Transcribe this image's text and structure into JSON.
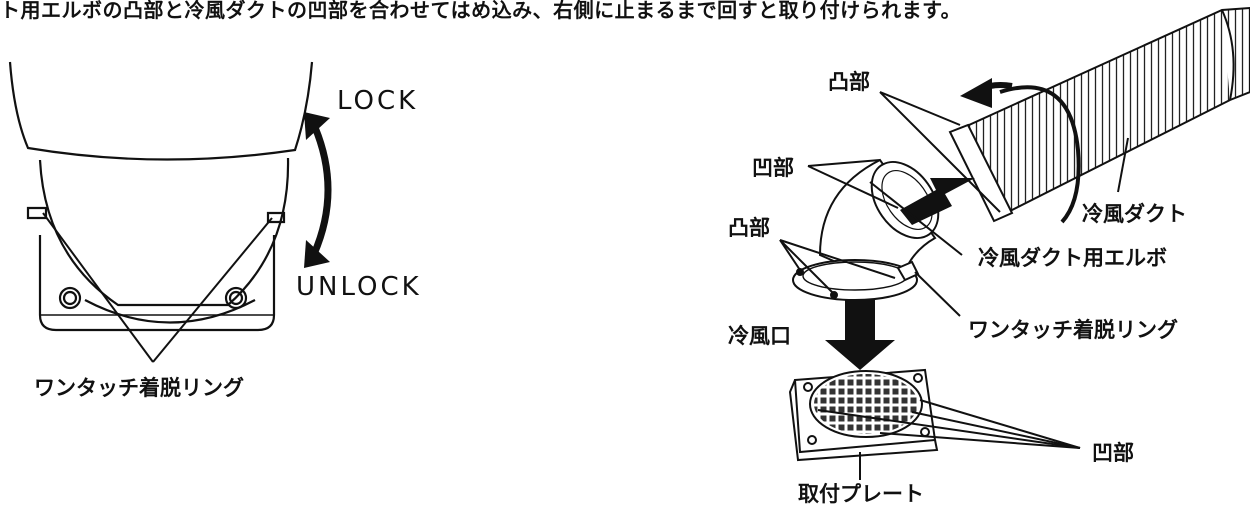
{
  "header": {
    "text": "ト用エルボの凸部と冷風ダクトの凹部を合わせてはめ込み、右側に止まるまで回すと取り付けられます。"
  },
  "left_figure": {
    "lock_label": "LOCK",
    "unlock_label": "UNLOCK",
    "ring_label": "ワンタッチ着脱リング"
  },
  "right_figure": {
    "convex_top_label": "凸部",
    "concave_elbow_label": "凹部",
    "convex_ring_label": "凸部",
    "duct_label": "冷風ダクト",
    "elbow_label": "冷風ダクト用エルボ",
    "ring_label": "ワンタッチ着脱リング",
    "outlet_label": "冷風口",
    "concave_plate_label": "凹部",
    "plate_label": "取付プレート"
  }
}
